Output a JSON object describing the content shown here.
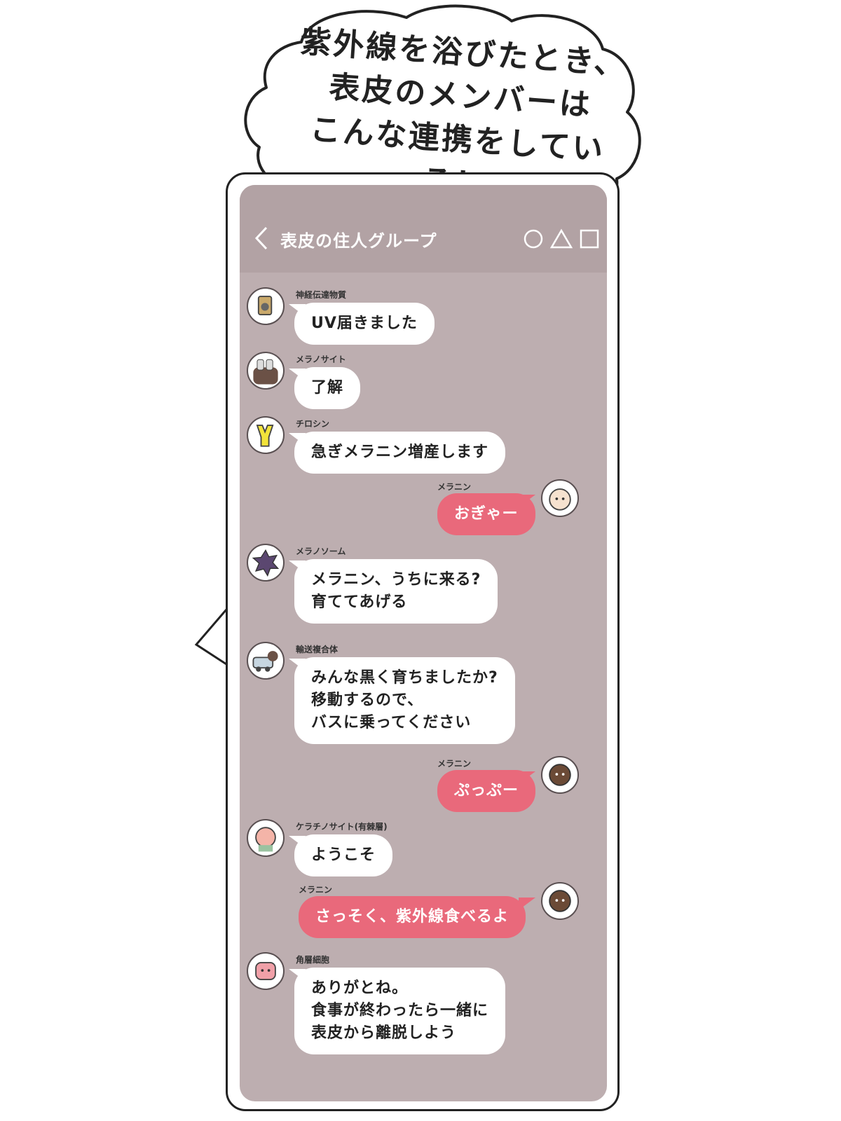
{
  "cloud": {
    "lines": [
      "紫外線を浴びたとき、",
      "表皮のメンバーは",
      "こんな連携をしている！"
    ]
  },
  "header": {
    "title": "表皮の住人グループ",
    "back_icon": "chevron-left-icon",
    "icons": [
      "circle-icon",
      "triangle-icon",
      "square-icon"
    ]
  },
  "colors": {
    "screen": "#bdaeb0",
    "header": "#b2a2a4",
    "pink_bubble": "#e9697b",
    "white_bubble": "#ffffff"
  },
  "messages": [
    {
      "sender": "神経伝達物質",
      "lines": [
        "UV届きました"
      ]
    },
    {
      "sender": "メラノサイト",
      "lines": [
        "了解"
      ]
    },
    {
      "sender": "チロシン",
      "lines": [
        "急ぎメラニン増産します"
      ]
    },
    {
      "sender": "メラニン",
      "lines": [
        "おぎゃー"
      ]
    },
    {
      "sender": "メラノソーム",
      "lines": [
        "メラニン、うちに来る?",
        "育ててあげる"
      ]
    },
    {
      "sender": "輸送複合体",
      "lines": [
        "みんな黒く育ちましたか?",
        "移動するので、",
        "バスに乗ってください"
      ]
    },
    {
      "sender": "メラニン",
      "lines": [
        "ぷっぷー"
      ]
    },
    {
      "sender": "ケラチノサイト(有棘層)",
      "lines": [
        "ようこそ"
      ]
    },
    {
      "sender": "メラニン",
      "lines": [
        "さっそく、紫外線食べるよ"
      ]
    },
    {
      "sender": "角層細胞",
      "lines": [
        "ありがとね。",
        "食事が終わったら一緒に",
        "表皮から離脱しよう"
      ]
    }
  ]
}
